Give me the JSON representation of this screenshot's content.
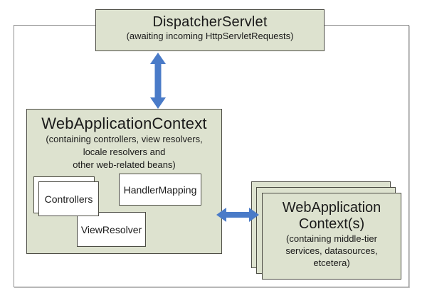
{
  "colors": {
    "box_fill": "#dde2cf",
    "inner_box_fill": "#ffffff",
    "box_border": "#4d4d45",
    "outer_border": "#8f8f8f",
    "arrow": "#4a7bc8",
    "text": "#1a1a1a"
  },
  "dispatcher_servlet": {
    "title": "DispatcherServlet",
    "subtitle": "(awaiting incoming HttpServletRequests)"
  },
  "web_application_context": {
    "title": "WebApplicationContext",
    "subtitle_lines": [
      "(containing controllers, view resolvers,",
      "locale resolvers and",
      "other web-related beans)"
    ],
    "beans": {
      "controllers": "Controllers",
      "handler_mapping": "HandlerMapping",
      "view_resolver": "ViewResolver"
    }
  },
  "web_application_contexts": {
    "title_lines": [
      "WebApplication",
      "Context(s)"
    ],
    "subtitle_lines": [
      "(containing middle-tier",
      "services, datasources,",
      "etcetera)"
    ]
  }
}
